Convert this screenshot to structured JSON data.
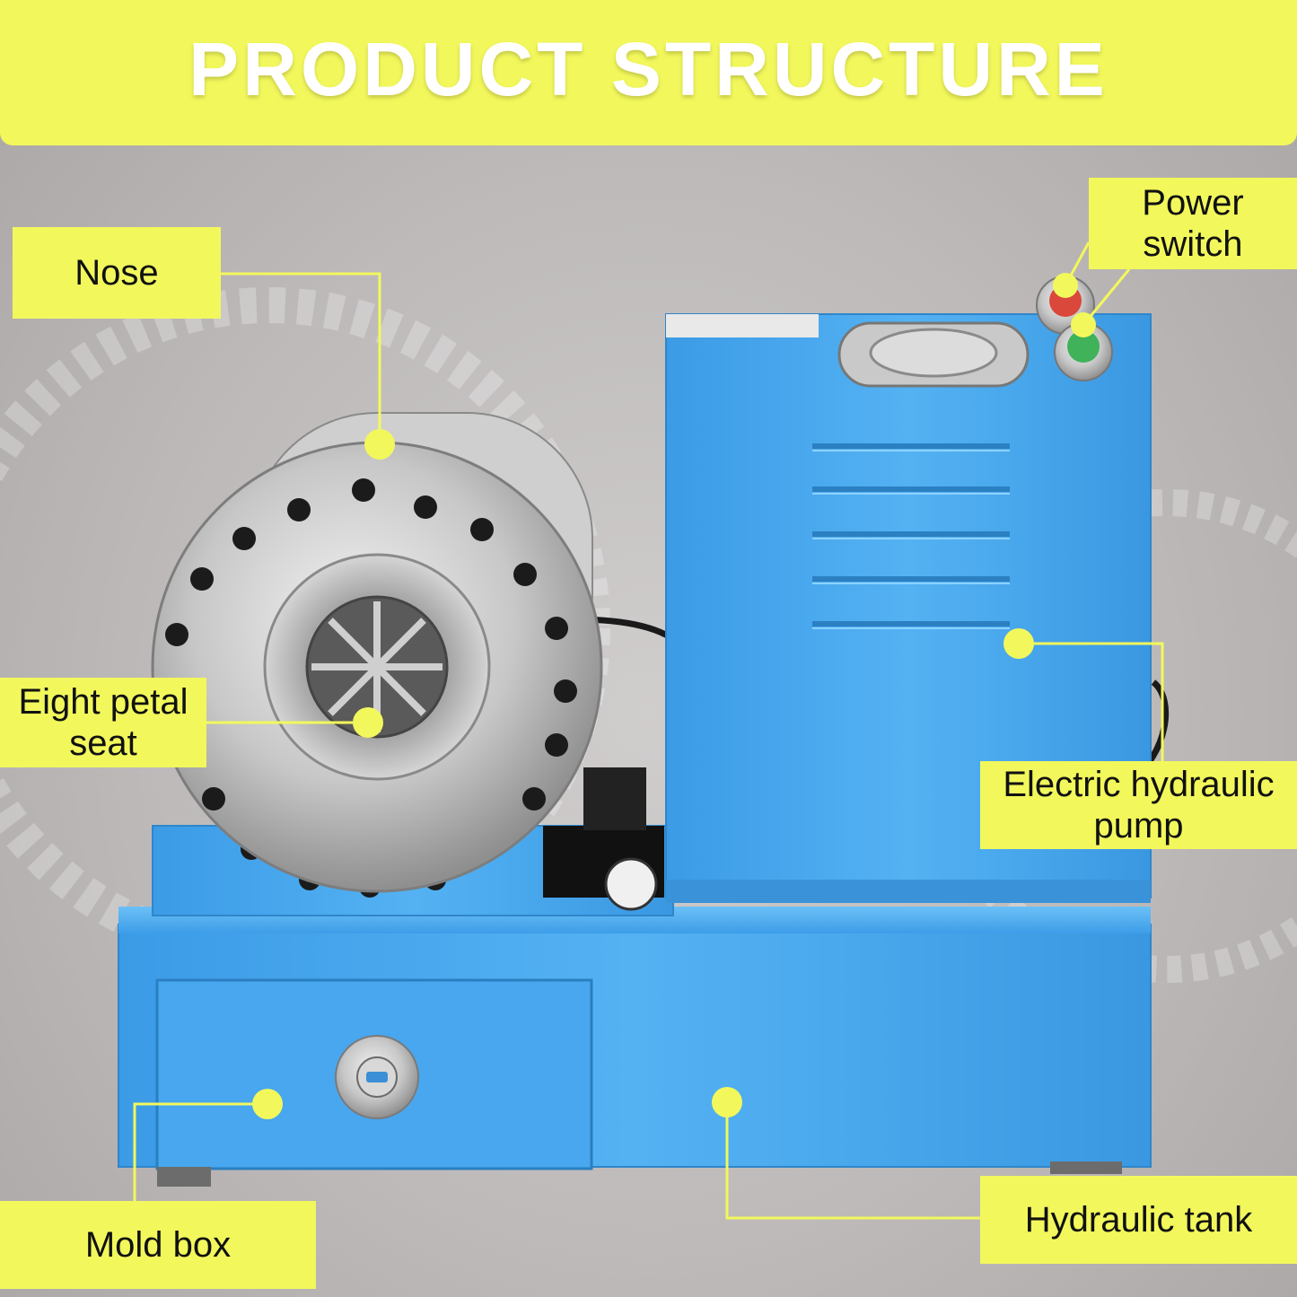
{
  "header": {
    "title": "PRODUCT STRUCTURE"
  },
  "labels": {
    "nose": "Nose",
    "power_switch": "Power\nswitch",
    "eight_petal_seat": "Eight petal\nseat",
    "electric_hydraulic_pump": "Electric hydraulic\npump",
    "mold_box": "Mold box",
    "hydraulic_tank": "Hydraulic tank"
  },
  "colors": {
    "accent_yellow": "#f2f85c",
    "machine_blue": "#4aa8ee",
    "background_gray": "#bdb9b9"
  }
}
